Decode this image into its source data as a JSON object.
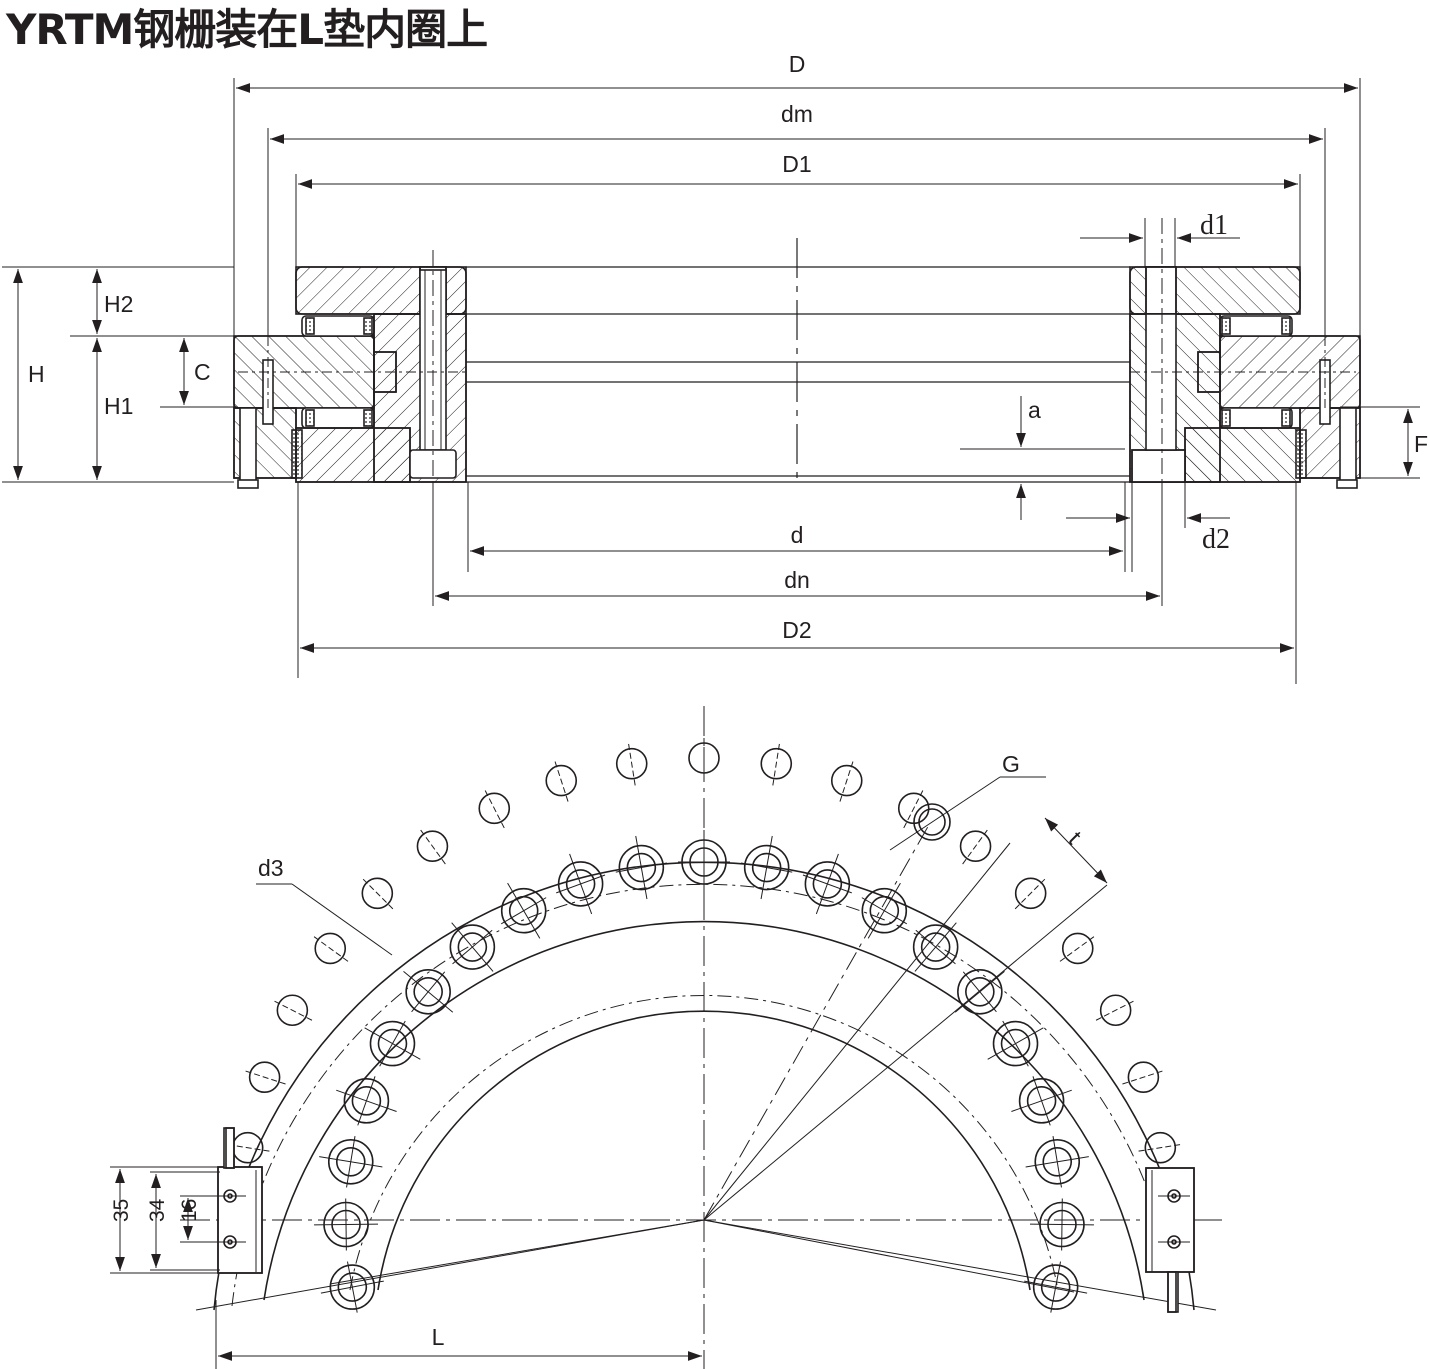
{
  "title": "YRTM钢栅装在L垫内圈上",
  "colors": {
    "ink": "#231f20",
    "background": "#ffffff"
  },
  "section_view": {
    "dimensions": {
      "D": "D",
      "dm": "dm",
      "D1": "D1",
      "d1": "d1",
      "H": "H",
      "H2": "H2",
      "H1": "H1",
      "C": "C",
      "a": "a",
      "F": "F",
      "d": "d",
      "d2": "d2",
      "dn": "dn",
      "D2": "D2"
    }
  },
  "plan_view": {
    "labels": {
      "G": "G",
      "t": "t",
      "d3": "d3",
      "L": "L",
      "h35": "35",
      "h34": "34",
      "h16": "16"
    },
    "outer_bolt_count_visible": 19,
    "inner_bolt_count_visible": 21
  }
}
